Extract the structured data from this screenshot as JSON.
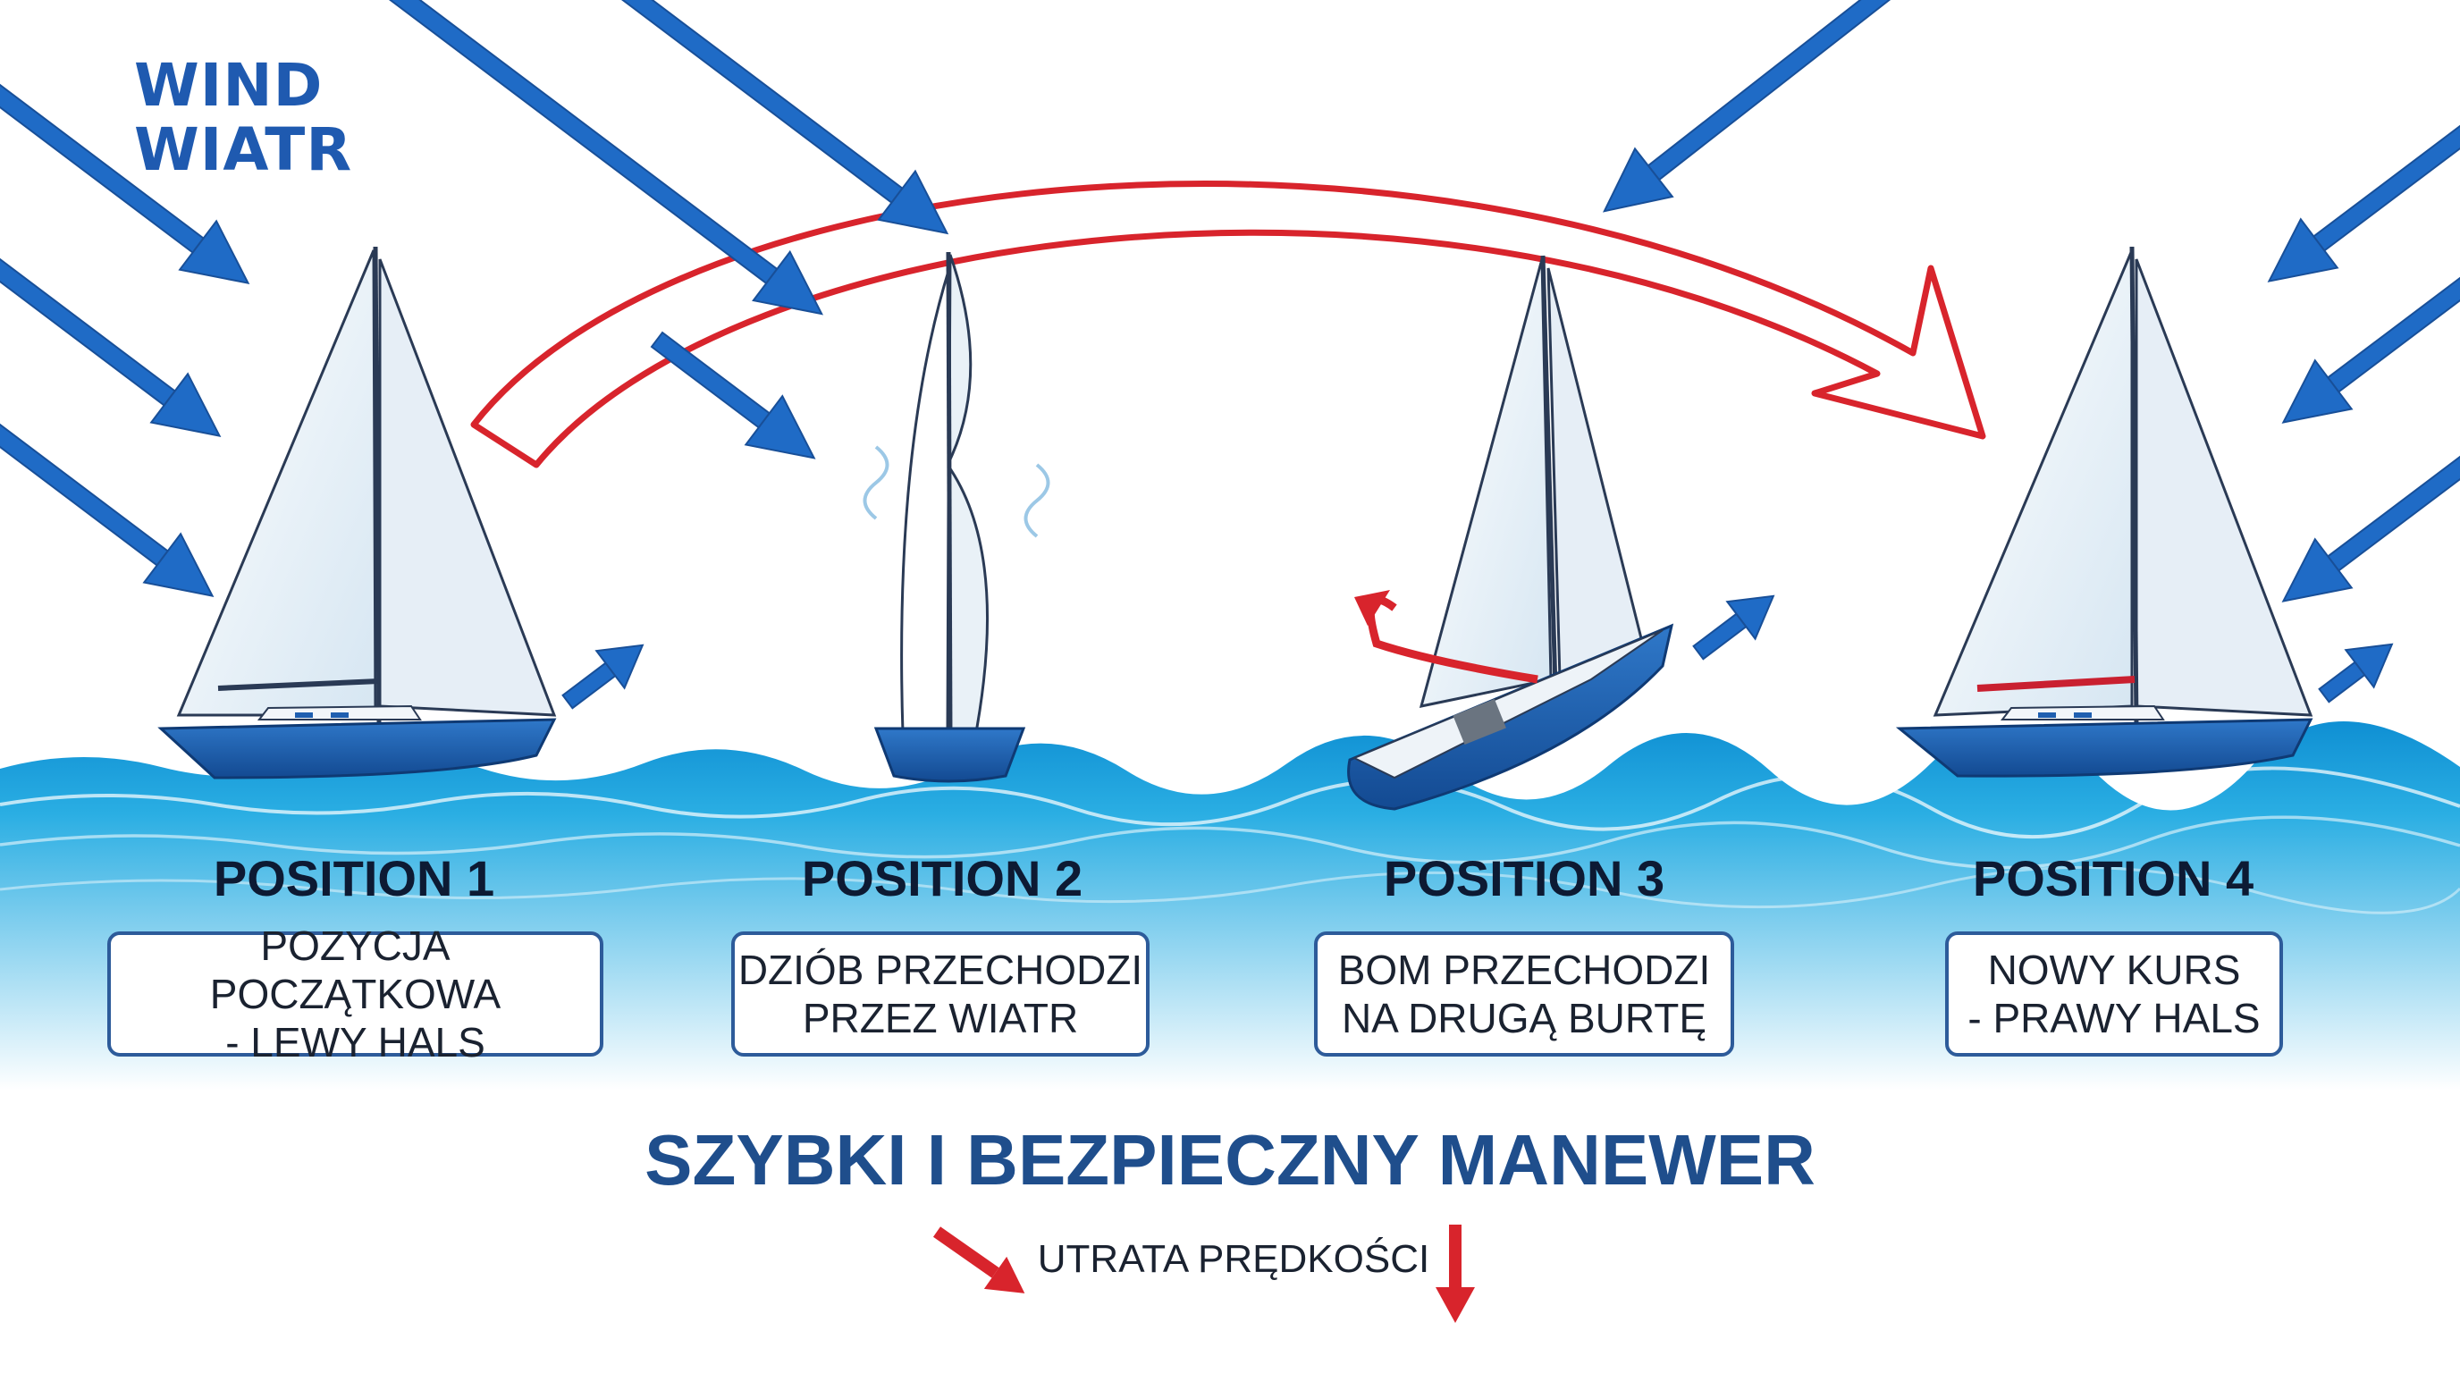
{
  "wind_label": {
    "line1": "WIND",
    "line2": "WIATR"
  },
  "positions": [
    {
      "title": "POSITION 1",
      "line1": "POZYCJA POCZĄTKOWA",
      "line2": "- LEWY HALS"
    },
    {
      "title": "POSITION 2",
      "line1": "DZIÓB PRZECHODZI",
      "line2": "PRZEZ WIATR"
    },
    {
      "title": "POSITION 3",
      "line1": "BOM PRZECHODZI",
      "line2": "NA DRUGĄ BURTĘ"
    },
    {
      "title": "POSITION 4",
      "line1": "NOWY KURS",
      "line2": "- PRAWY HALS"
    }
  ],
  "main_title": "SZYBKI I BEZPIECZNY MANEWER",
  "speed_loss_label": "UTRATA PRĘDKOŚCI",
  "colors": {
    "wind_arrow": "#1f6bc6",
    "maneuver_arrow": "#d8242c",
    "hull": "#1f5fb0",
    "water": "#1aa2dc",
    "title_text": "#1f4e8c"
  }
}
